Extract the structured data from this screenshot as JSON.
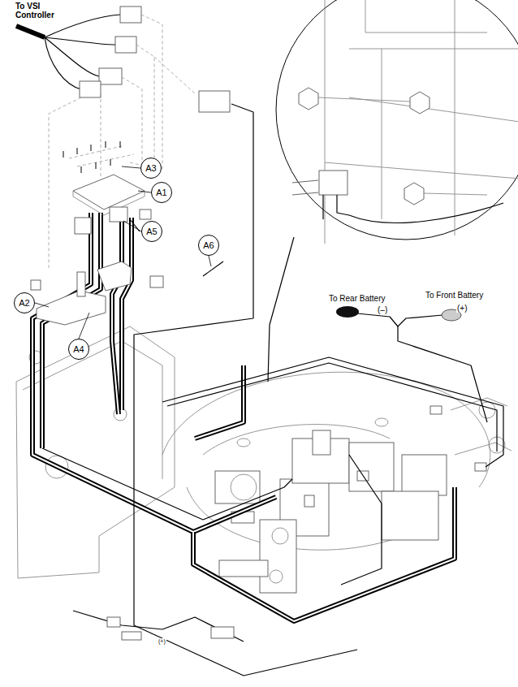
{
  "diagram": {
    "nodes": [
      {
        "text": [
          "A3"
        ]
      },
      {
        "text": [
          "A1"
        ]
      },
      {
        "text": [
          "A5"
        ]
      },
      {
        "text": [
          "A6"
        ]
      },
      {
        "text": [
          "A2"
        ]
      },
      {
        "text": [
          "A4"
        ]
      }
    ],
    "labels": [
      "To VSI Controller",
      "To Rear Battery",
      "(–)",
      "To Front Battery",
      "(+)",
      "(+)"
    ]
  }
}
